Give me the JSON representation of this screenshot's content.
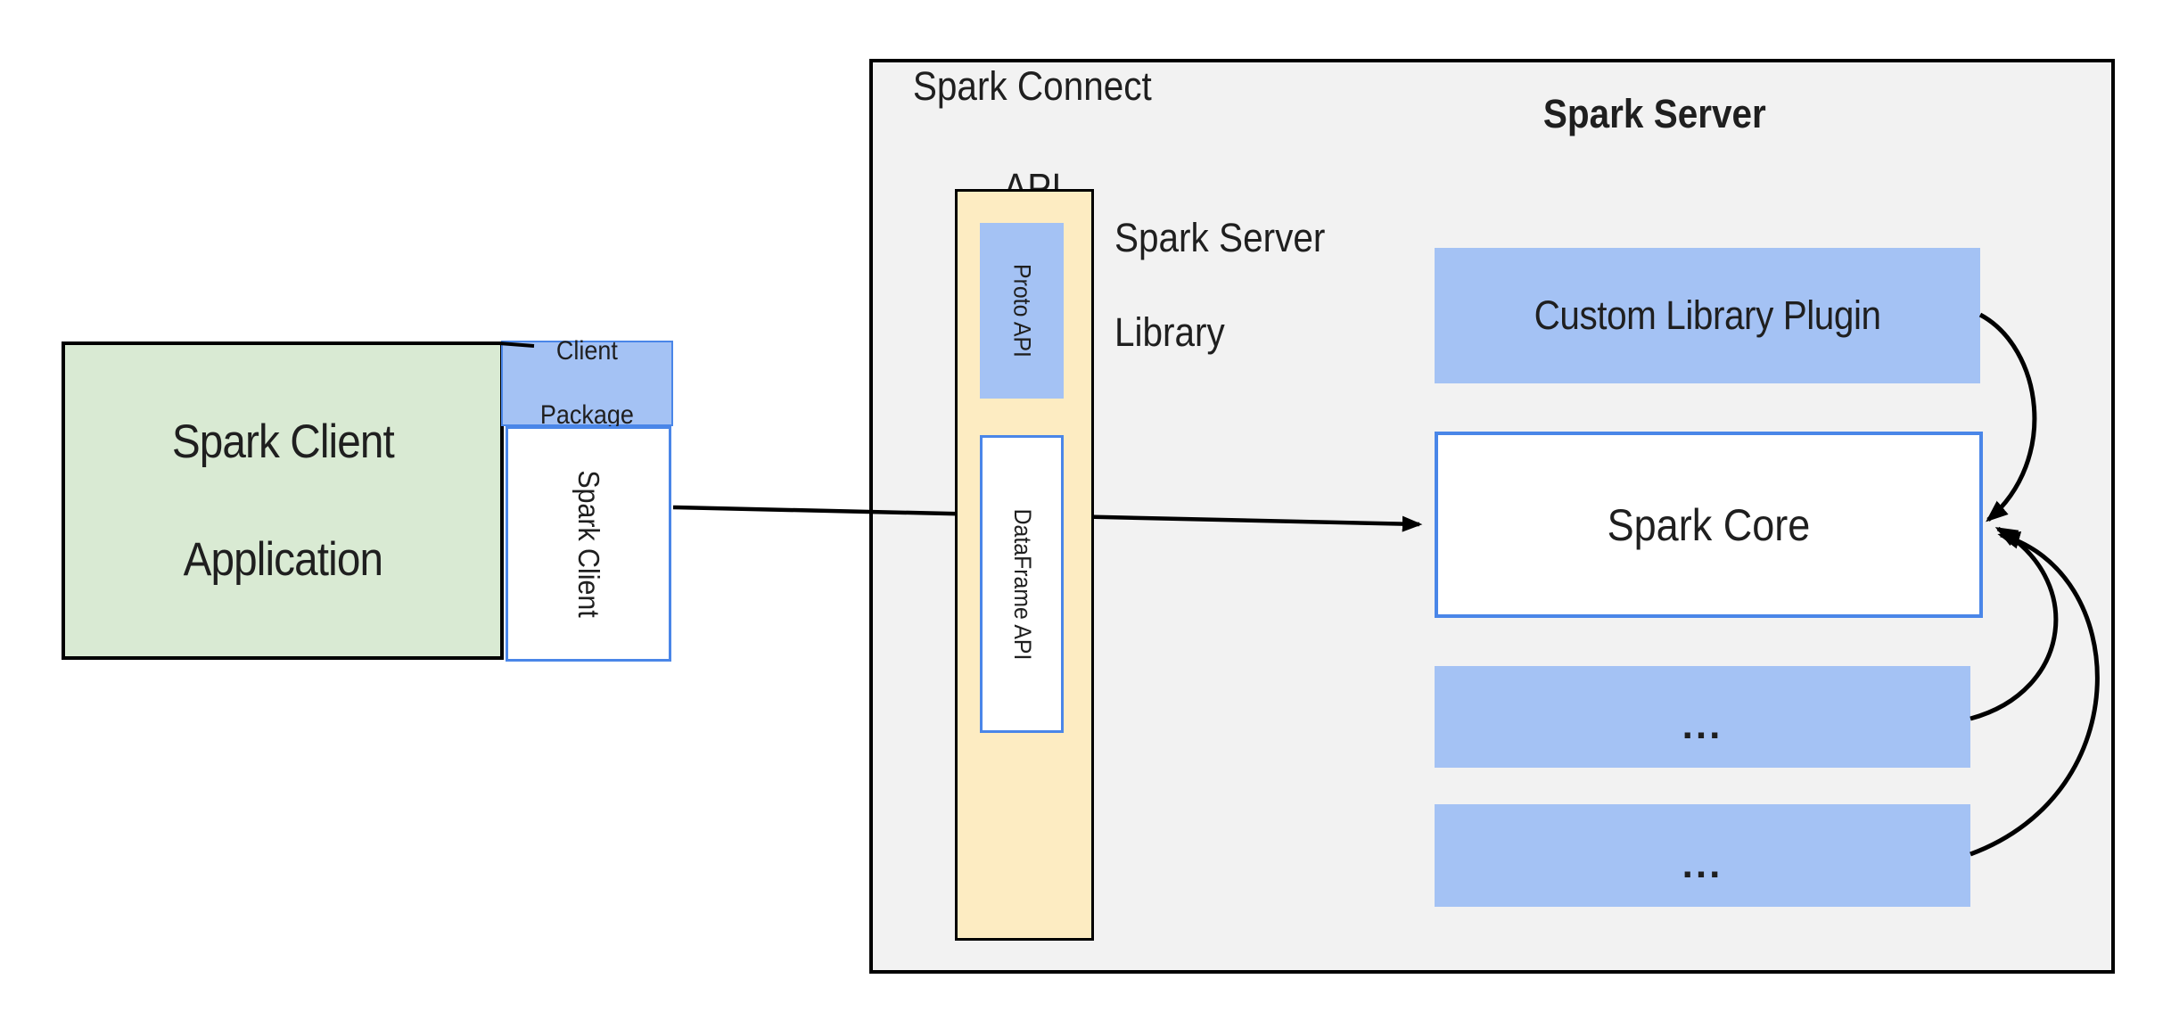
{
  "client_application": {
    "line1": "Spark Client",
    "line2": "Application"
  },
  "client_package": {
    "line1": "Client",
    "line2": "Package"
  },
  "spark_client": {
    "label": "Spark Client"
  },
  "spark_connect_api": {
    "line1": "Spark Connect",
    "line2": "API"
  },
  "spark_server": {
    "title": "Spark Server"
  },
  "spark_server_library": {
    "line1": "Spark Server",
    "line2": "Library"
  },
  "proto_api": {
    "label": "Proto API"
  },
  "dataframe_api": {
    "label": "DataFrame API"
  },
  "custom_library_plugin": {
    "label": "Custom Library Plugin"
  },
  "spark_core": {
    "label": "Spark Core"
  },
  "plugin_placeholder_1": {
    "label": "..."
  },
  "plugin_placeholder_2": {
    "label": "..."
  },
  "colors": {
    "blue_fill": "#a4c2f4",
    "blue_border": "#4a86e8",
    "green_fill": "#d9ead3",
    "yellow_fill": "#fdecc2",
    "container_fill": "#f2f2f2",
    "border_black": "#000000",
    "text": "#1f1f1f",
    "canvas": "#ffffff"
  }
}
